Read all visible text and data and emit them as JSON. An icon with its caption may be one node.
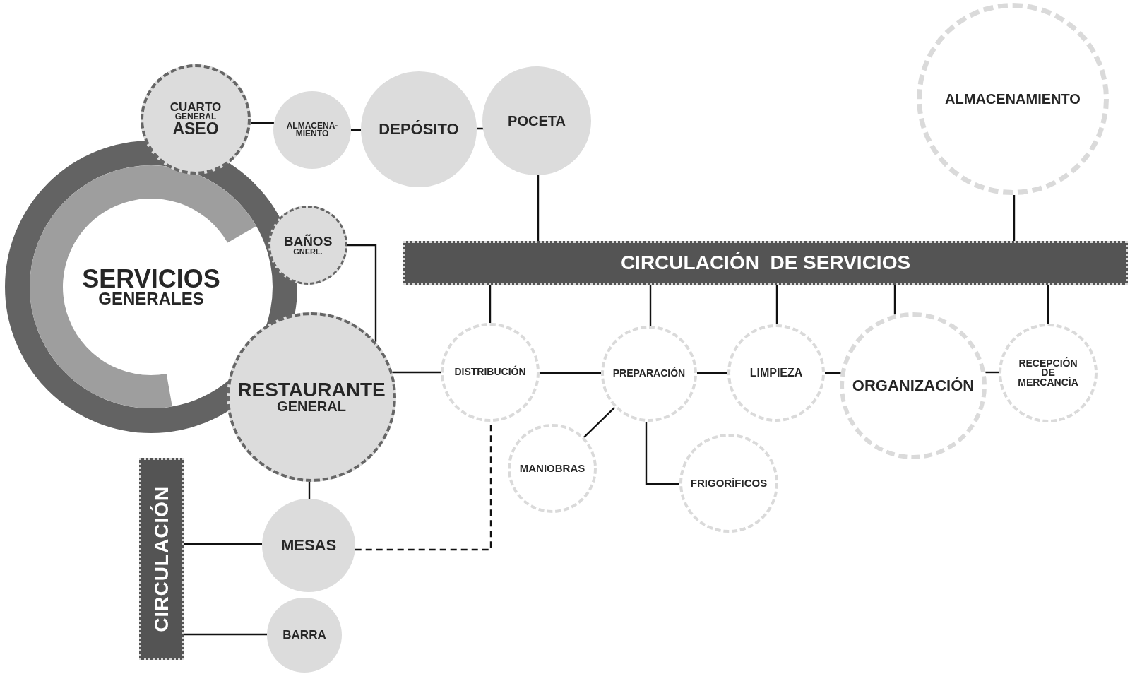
{
  "diagram": {
    "nodes": [
      {
        "text": [
          "SERVICIOS",
          "GENERALES"
        ]
      },
      {
        "text": [
          "CUARTO",
          "GENERAL",
          "ASEO"
        ]
      },
      {
        "text": [
          "ALMACENA-MIENTO"
        ]
      },
      {
        "text": [
          "DEPÓSITO"
        ]
      },
      {
        "text": [
          "POCETA"
        ]
      },
      {
        "text": [
          "ALMACENAMIENTO"
        ]
      },
      {
        "text": [
          "BAÑOS",
          "GNERL."
        ]
      },
      {
        "text": [
          "RESTAURANTE",
          "GENERAL"
        ]
      },
      {
        "text": [
          "CIRCULACIÓN  DE SERVICIOS"
        ]
      },
      {
        "text": [
          "DISTRIBUCIÓN"
        ]
      },
      {
        "text": [
          "PREPARACIÓN"
        ]
      },
      {
        "text": [
          "LIMPIEZA"
        ]
      },
      {
        "text": [
          "ORGANIZACIÓN"
        ]
      },
      {
        "text": [
          "RECEPCIÓN DE MERCANCÍA"
        ]
      },
      {
        "text": [
          "MANIOBRAS"
        ]
      },
      {
        "text": [
          "FRIGORÍFICOS"
        ]
      },
      {
        "text": [
          "CIRCULACIÓN"
        ]
      },
      {
        "text": [
          "MESAS"
        ]
      },
      {
        "text": [
          "BARRA"
        ]
      }
    ],
    "edges": [
      {
        "from": 1,
        "to": 2,
        "arrow": "none"
      },
      {
        "from": 2,
        "to": 3,
        "arrow": "none"
      },
      {
        "from": 3,
        "to": 4,
        "arrow": "none"
      },
      {
        "from": 4,
        "to": 8,
        "arrow": "none"
      },
      {
        "from": 5,
        "to": 8,
        "arrow": "none"
      },
      {
        "from": 6,
        "to": 7,
        "arrow": "none"
      },
      {
        "from": 7,
        "to": 9,
        "arrow": "none"
      },
      {
        "from": 9,
        "to": 10,
        "arrow": "none"
      },
      {
        "from": 10,
        "to": 11,
        "arrow": "none"
      },
      {
        "from": 11,
        "to": 12,
        "arrow": "none"
      },
      {
        "from": 12,
        "to": 13,
        "arrow": "none"
      },
      {
        "from": 8,
        "to": 9,
        "arrow": "none"
      },
      {
        "from": 8,
        "to": 10,
        "arrow": "none"
      },
      {
        "from": 8,
        "to": 11,
        "arrow": "none"
      },
      {
        "from": 8,
        "to": 12,
        "arrow": "none"
      },
      {
        "from": 8,
        "to": 13,
        "arrow": "none"
      },
      {
        "from": 10,
        "to": 14,
        "arrow": "none"
      },
      {
        "from": 10,
        "to": 15,
        "arrow": "none"
      },
      {
        "from": 7,
        "to": 17,
        "arrow": "none"
      },
      {
        "from": 16,
        "to": 17,
        "arrow": "none"
      },
      {
        "from": 16,
        "to": 18,
        "arrow": "none"
      },
      {
        "from": 17,
        "to": 9,
        "arrow": "none",
        "style": "dashed"
      }
    ]
  }
}
